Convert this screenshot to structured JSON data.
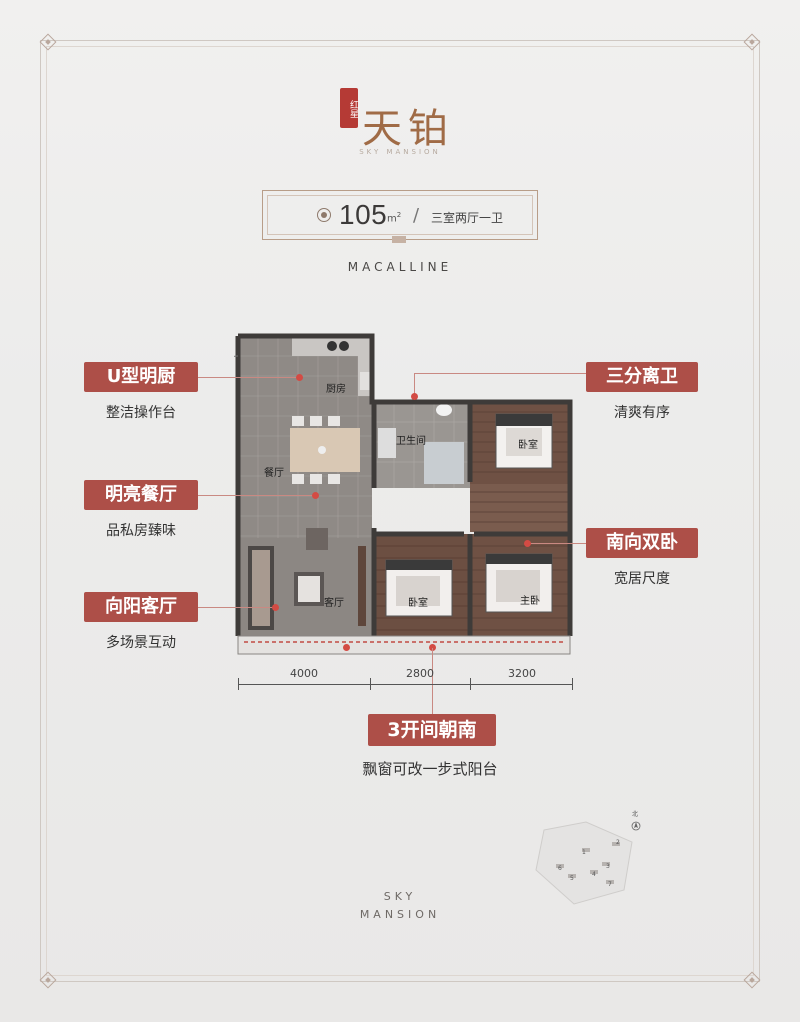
{
  "brand": {
    "seal": "红星",
    "title": "天铂",
    "subtitle": "SKY MANSION"
  },
  "unit": {
    "area_value": "105",
    "area_unit": "m",
    "area_sup": "2",
    "slash": "/",
    "layout": "三室两厅一卫"
  },
  "developer_en": "MACALLINE",
  "rooms": {
    "kitchen": "厨房",
    "bathroom": "卫生间",
    "bedroom_ne": "卧室",
    "dining": "餐厅",
    "living": "客厅",
    "bedroom_s": "卧室",
    "master": "主卧"
  },
  "features": {
    "kitchen": {
      "title": "U型明厨",
      "desc": "整洁操作台"
    },
    "bath": {
      "title": "三分离卫",
      "desc": "清爽有序"
    },
    "dining": {
      "title": "明亮餐厅",
      "desc": "品私房臻味"
    },
    "bedrooms": {
      "title": "南向双卧",
      "desc": "宽居尺度"
    },
    "living": {
      "title": "向阳客厅",
      "desc": "多场景互动"
    },
    "south": {
      "title": "3开间朝南",
      "desc": "飘窗可改一步式阳台"
    }
  },
  "dimensions": [
    "4000",
    "2800",
    "3200"
  ],
  "footer": {
    "line1": "SKY",
    "line2": "MANSION"
  },
  "compass": "北",
  "site_numbers": [
    "1",
    "2",
    "3",
    "4",
    "5",
    "6",
    "7"
  ],
  "colors": {
    "accent": "#ad4f48",
    "brand_gold": "#a06b46"
  }
}
